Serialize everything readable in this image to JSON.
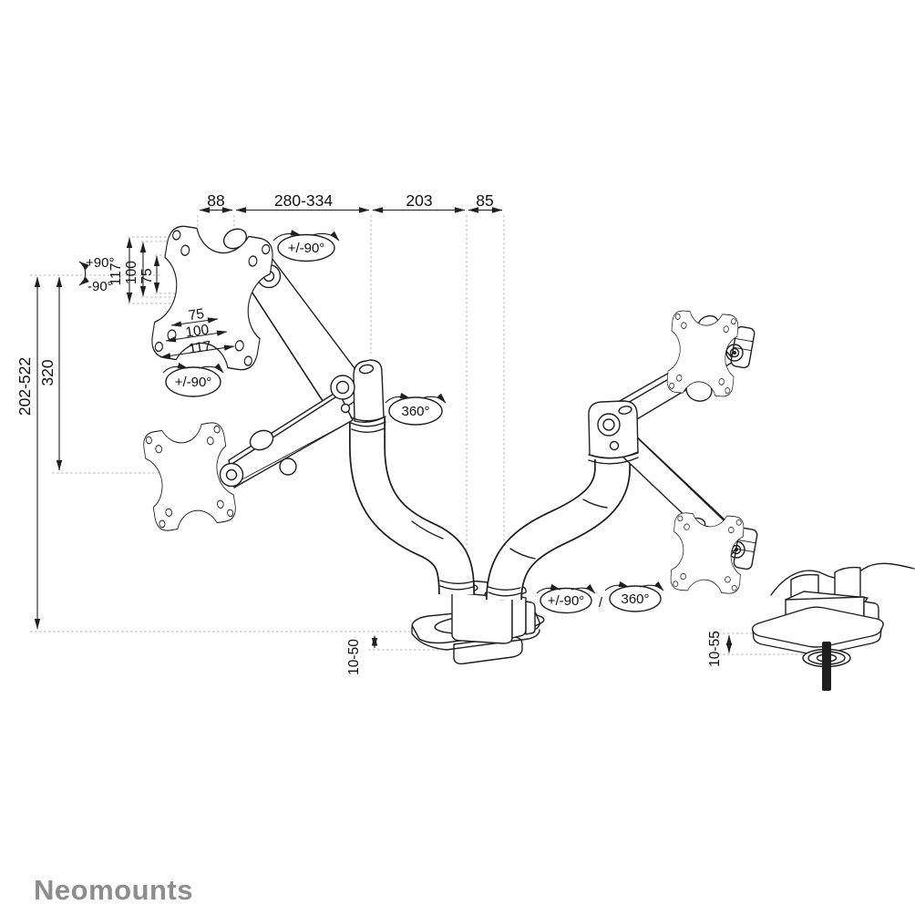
{
  "colors": {
    "line": "#1f1f1f",
    "dotted": "#b5b5b5",
    "logo_gray": "#8d8d8d",
    "background": "#ffffff"
  },
  "logo": "Neomounts",
  "dimensions": {
    "top": [
      "88",
      "280-334",
      "203",
      "85"
    ],
    "height_range": "202-522",
    "height_offset": "320",
    "tilt_up": "+90°",
    "tilt_down": "-90°",
    "vesa_vertical": [
      "117",
      "100",
      "75"
    ],
    "vesa_horizontal": [
      "75",
      "100",
      "117"
    ],
    "clamp_thickness": "10-50",
    "grommet_thickness": "10-55"
  },
  "rotations": {
    "vesa_rotate": "+/-90°",
    "vesa_rotate_lower": "+/-90°",
    "arm_swivel": "360°",
    "base_swivel": "+/-90°",
    "separator": "/",
    "base_rotate": "360°"
  }
}
